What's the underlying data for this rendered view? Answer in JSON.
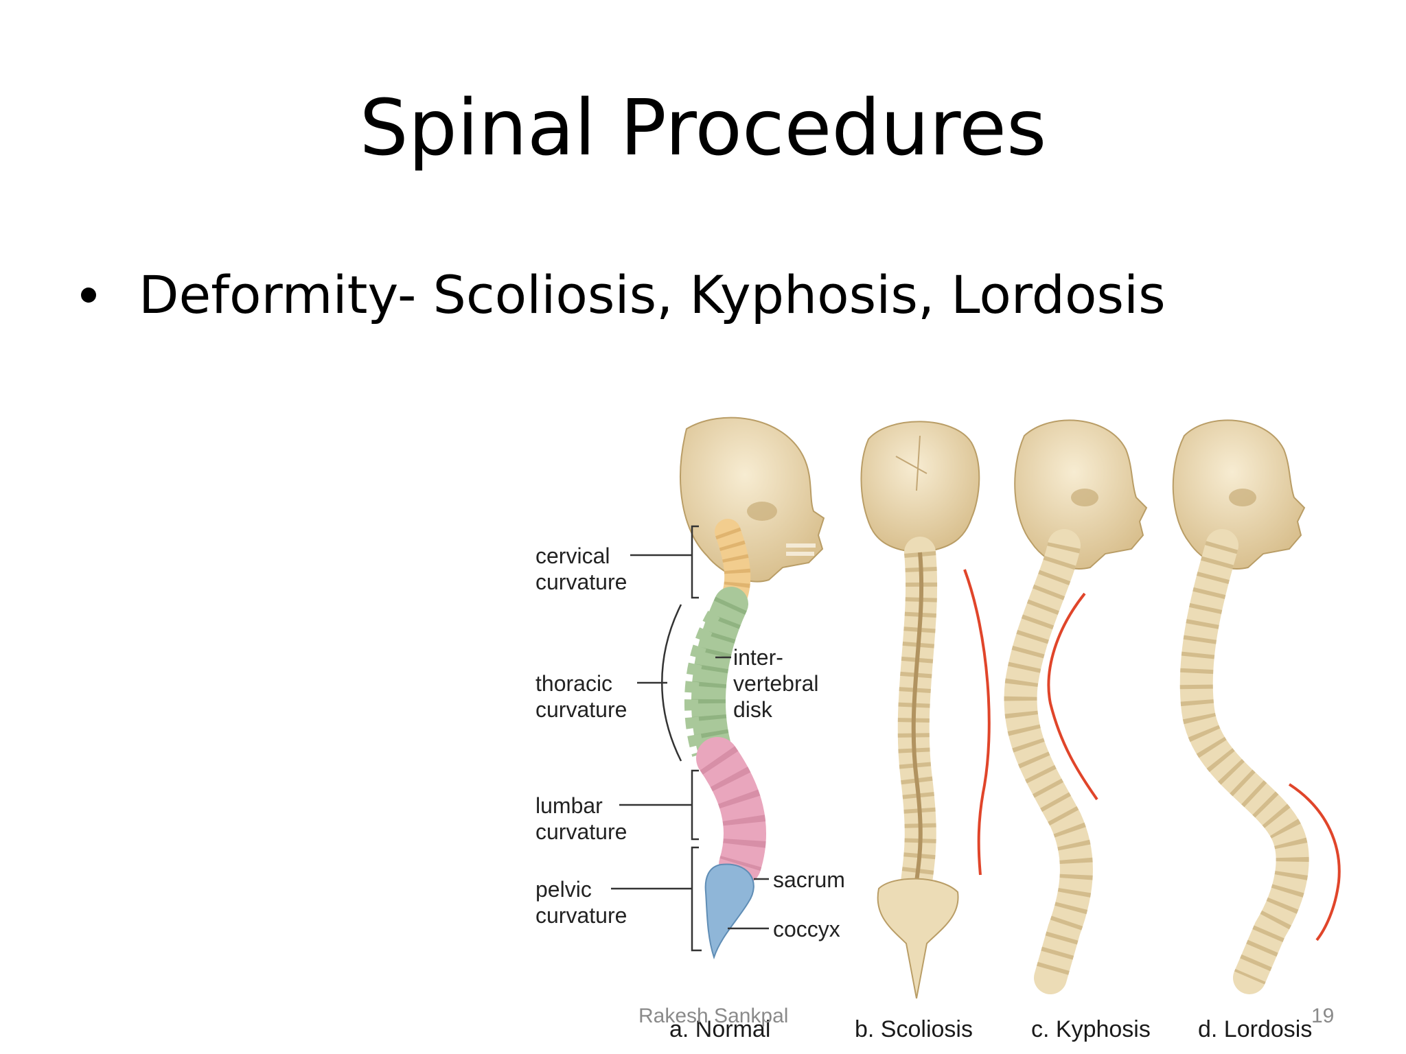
{
  "slide": {
    "title": "Spinal Procedures",
    "bullets": [
      "Deformity- Scoliosis, Kyphosis, Lordosis"
    ]
  },
  "figure": {
    "labels": {
      "cervical_1": "cervical",
      "cervical_2": "curvature",
      "thoracic_1": "thoracic",
      "thoracic_2": "curvature",
      "lumbar_1": "lumbar",
      "lumbar_2": "curvature",
      "pelvic_1": "pelvic",
      "pelvic_2": "curvature",
      "disk_1": "inter-",
      "disk_2": "vertebral",
      "disk_3": "disk",
      "sacrum": "sacrum",
      "coccyx": "coccyx"
    },
    "captions": [
      "a. Normal",
      "b. Scoliosis",
      "c. Kyphosis",
      "d. Lordosis"
    ],
    "colors": {
      "bone": "#ecdcb6",
      "cervical": "#f2cd8e",
      "thoracic": "#a9c89a",
      "lumbar": "#e9a6bd",
      "sacral": "#8fb6d8",
      "curve": "#e0452a"
    }
  },
  "footer": {
    "author": "Rakesh Sankpal",
    "page_number": "19"
  }
}
